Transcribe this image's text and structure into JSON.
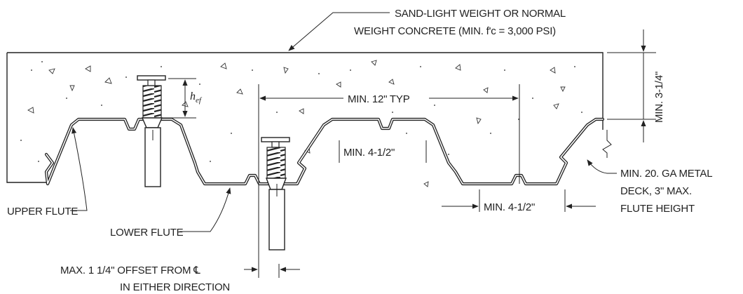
{
  "labels": {
    "concrete_line1": "SAND-LIGHT WEIGHT OR NORMAL",
    "concrete_line2": "WEIGHT CONCRETE (MIN. f'c = 3,000 PSI)",
    "hef": "hef",
    "min_12_typ": "MIN. 12\" TYP",
    "min_3_1_4": "MIN. 3-1/4\"",
    "min_4_1_2_upper": "MIN. 4-1/2\"",
    "min_4_1_2_lower": "MIN. 4-1/2\"",
    "deck_line1": "MIN. 20. GA METAL",
    "deck_line2": "DECK, 3\" MAX.",
    "deck_line3": "FLUTE HEIGHT",
    "upper_flute": "UPPER FLUTE",
    "lower_flute": "LOWER FLUTE",
    "offset_line1": "MAX. 1 1/4\" OFFSET FROM ℄",
    "offset_line2": "IN EITHER DIRECTION"
  },
  "colors": {
    "line": "#222222",
    "background": "#ffffff"
  }
}
